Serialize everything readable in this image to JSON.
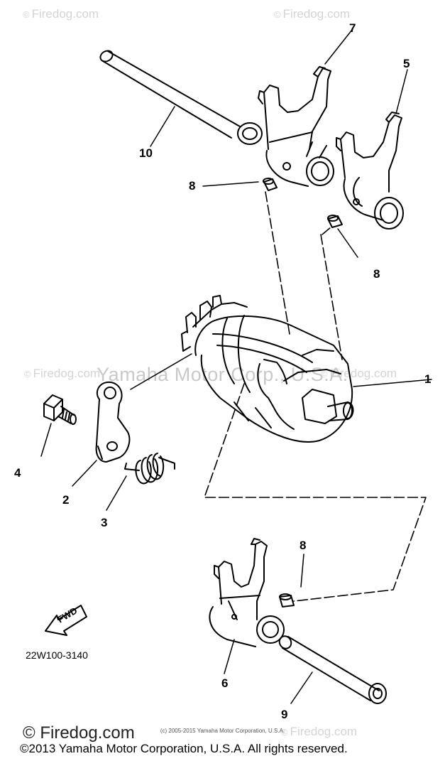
{
  "watermarks": {
    "top_left": "Firedog.com",
    "top_right": "Firedog.com",
    "mid_left": "Firedog.com",
    "mid_right": "Firedog.com",
    "bottom_right": "Firedog.com",
    "center": "Yamaha Motor Corp., U.S.A."
  },
  "symbols": {
    "copyright": "©"
  },
  "part_numbers": {
    "p1": "1",
    "p2": "2",
    "p3": "3",
    "p4": "4",
    "p5": "5",
    "p6": "6",
    "p7": "7",
    "p8a": "8",
    "p8b": "8",
    "p8c": "8",
    "p9": "9",
    "p10": "10"
  },
  "fwd_label": "FWD",
  "drawing_code": "22W100-3140",
  "tiny_copyright": "(c) 2005-2015 Yamaha Motor Corporation, U.S.A.",
  "footer": {
    "brand": "© Firedog.com",
    "copyright": "©2013 Yamaha Motor Corporation, U.S.A. All rights reserved."
  },
  "colors": {
    "line": "#000000",
    "watermark": "#d4d4d4",
    "background": "#ffffff"
  }
}
